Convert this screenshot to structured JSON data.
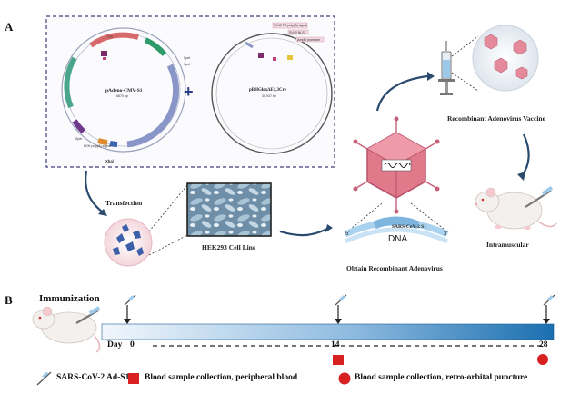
{
  "panel_a": {
    "letter": "A",
    "plasmid1": {
      "name": "pAdeno-CMV-S1",
      "size": "6870 bp",
      "site_label": "Xbal",
      "feature_labels": [
        "SpeI",
        "SpeI",
        "SpeI",
        "ITR",
        "bGH poly(A) signal"
      ]
    },
    "plus": "+",
    "plasmid2": {
      "name": "pBHGloxΔE1,3Cre",
      "size": "35,937 bp",
      "top_labels": [
        "SV40 TS poly(A) signal",
        "SV40 NLS",
        "AmpR promoter"
      ]
    },
    "transfection_label": "Transfection",
    "hek_label": "HEK293 Cell Line",
    "vaccine_label": "Recombinant Adenovirus Vaccine",
    "dna_label": "DNA",
    "dna_insert": "SARS-CoV-2 S1",
    "dna_ends": [
      "5'",
      "3'"
    ],
    "virus_label": "Obtain Recombinant Adenovirus",
    "intramuscular_label": "Intramuscular"
  },
  "panel_b": {
    "letter": "B",
    "title": "Immunization",
    "day_label": "Day",
    "days": [
      "0",
      "14",
      "28"
    ]
  },
  "legend": {
    "vaccine": "SARS-CoV-2 Ad-S1",
    "peripheral": "Blood sample collection, peripheral blood",
    "orbital": "Blood sample collection, retro-orbital puncture"
  },
  "colors": {
    "dashed_border": "#3d3f7a",
    "virus": "#e07a8a",
    "timeline_start": "#eef5fb",
    "timeline_end": "#1b6fb0",
    "blood_red": "#d92020"
  }
}
